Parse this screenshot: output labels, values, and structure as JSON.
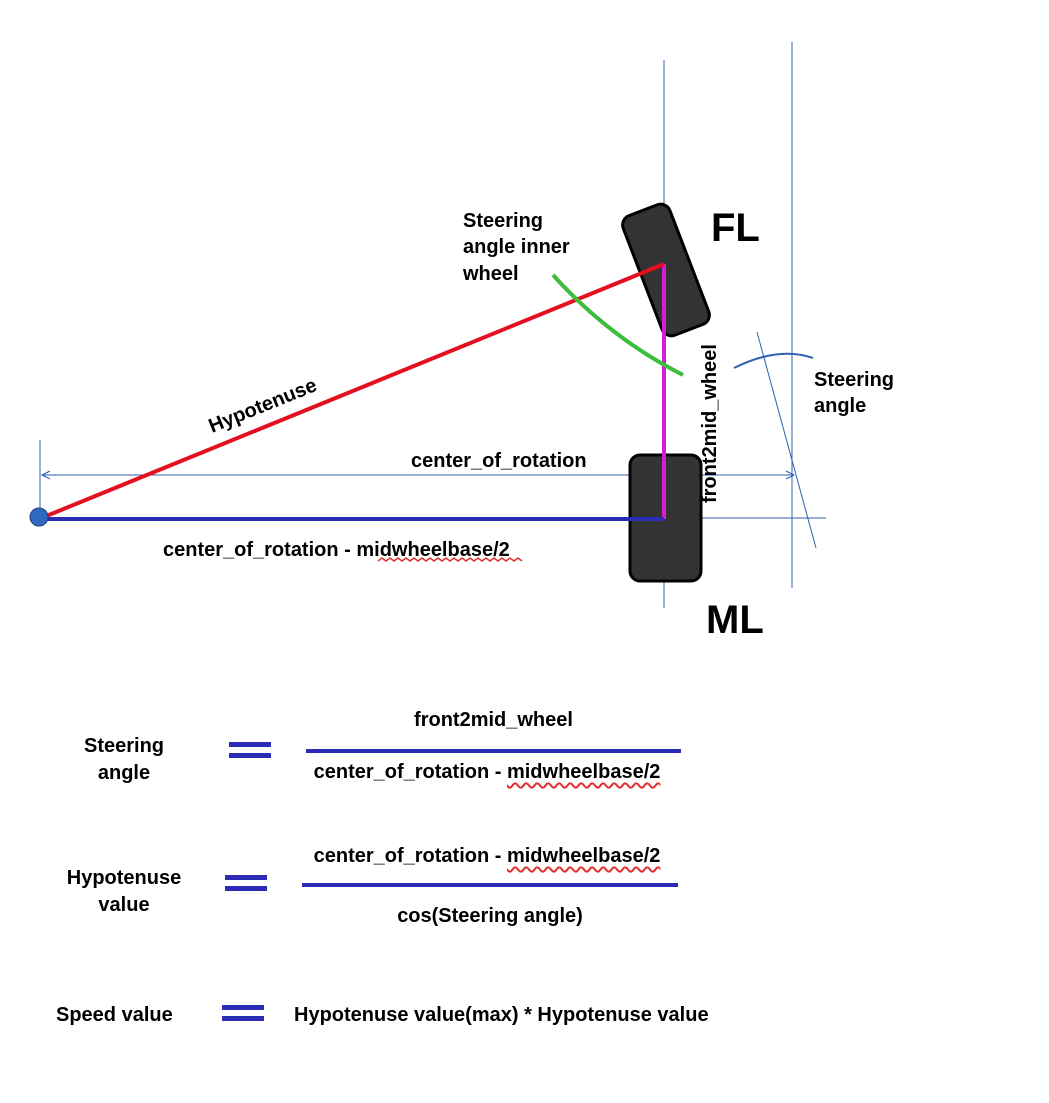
{
  "diagram": {
    "wheel_fl_label": "FL",
    "wheel_ml_label": "ML",
    "steering_inner_label": [
      "Steering",
      "angle inner",
      "wheel"
    ],
    "steering_angle_label": [
      "Steering",
      "angle"
    ],
    "hypotenuse_label": "Hypotenuse",
    "center_of_rotation_label": "center_of_rotation",
    "cor_minus_label_a": "center_of_rotation - ",
    "cor_minus_label_b": "midwheelbase/2",
    "front2mid_label": "front2mid_wheel",
    "colors": {
      "hypotenuse": "#e5101f",
      "base_line": "#2b2bb5",
      "front2mid": "#d21fd2",
      "inner_arc": "#3cbd3c",
      "guides": "#3060b0",
      "wheel_fill": "#333333"
    }
  },
  "equations": {
    "steering": {
      "lhs": [
        "Steering",
        "angle"
      ],
      "numerator": "front2mid_wheel",
      "denominator_a": "center_of_rotation - ",
      "denominator_b": "midwheelbase/2"
    },
    "hypotenuse": {
      "lhs": [
        "Hypotenuse",
        "value"
      ],
      "numerator_a": "center_of_rotation - ",
      "numerator_b": "midwheelbase/2",
      "denominator": "cos(Steering angle)"
    },
    "speed": {
      "lhs": "Speed value",
      "rhs": "Hypotenuse value(max) * Hypotenuse value"
    }
  }
}
